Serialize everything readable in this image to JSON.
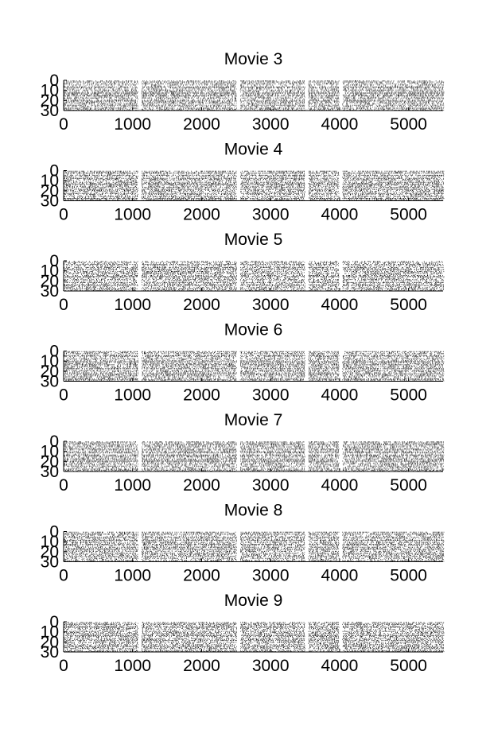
{
  "chart_data": [
    {
      "type": "scatter",
      "title": "Movie 3",
      "xlim": [
        0,
        5500
      ],
      "ylim": [
        30,
        0
      ],
      "xticks": [
        0,
        1000,
        2000,
        3000,
        4000,
        5000
      ],
      "yticks": [
        0,
        10,
        20,
        30
      ],
      "seed": 3,
      "density": [
        0.52,
        0.78,
        0.22,
        0.64,
        0.48,
        0.3,
        0.82,
        0.56,
        0.4,
        0.7,
        0.34,
        0.6,
        0.86,
        0.46,
        0.58,
        0.74,
        0.38,
        0.66,
        0.28,
        0.54,
        0.8,
        0.44,
        0.62,
        0.36,
        0.72,
        0.5,
        0.26,
        0.68,
        0.42,
        0.76
      ],
      "gaps": [
        [
          1070,
          1120
        ],
        [
          2500,
          2560
        ],
        [
          3490,
          3540
        ],
        [
          3980,
          4030
        ]
      ]
    },
    {
      "type": "scatter",
      "title": "Movie 4",
      "xlim": [
        0,
        5500
      ],
      "ylim": [
        30,
        0
      ],
      "xticks": [
        0,
        1000,
        2000,
        3000,
        4000,
        5000
      ],
      "yticks": [
        0,
        10,
        20,
        30
      ],
      "seed": 4,
      "density": [
        0.6,
        0.42,
        0.84,
        0.3,
        0.7,
        0.52,
        0.36,
        0.78,
        0.46,
        0.64,
        0.28,
        0.72,
        0.5,
        0.88,
        0.4,
        0.58,
        0.68,
        0.32,
        0.8,
        0.48,
        0.62,
        0.38,
        0.74,
        0.54,
        0.26,
        0.66,
        0.44,
        0.82,
        0.56,
        0.7
      ],
      "gaps": [
        [
          1070,
          1120
        ],
        [
          2500,
          2560
        ],
        [
          3490,
          3540
        ],
        [
          3980,
          4030
        ]
      ]
    },
    {
      "type": "scatter",
      "title": "Movie 5",
      "xlim": [
        0,
        5500
      ],
      "ylim": [
        30,
        0
      ],
      "xticks": [
        0,
        1000,
        2000,
        3000,
        4000,
        5000
      ],
      "yticks": [
        0,
        10,
        20,
        30
      ],
      "seed": 5,
      "density": [
        0.4,
        0.62,
        0.34,
        0.74,
        0.48,
        0.28,
        0.66,
        0.52,
        0.8,
        0.38,
        0.58,
        0.44,
        0.7,
        0.3,
        0.56,
        0.84,
        0.46,
        0.36,
        0.64,
        0.5,
        0.26,
        0.72,
        0.42,
        0.6,
        0.78,
        0.32,
        0.54,
        0.68,
        0.44,
        0.58
      ],
      "gaps": [
        [
          1070,
          1120
        ],
        [
          2500,
          2560
        ],
        [
          3490,
          3540
        ],
        [
          3980,
          4030
        ]
      ]
    },
    {
      "type": "scatter",
      "title": "Movie 6",
      "xlim": [
        0,
        5500
      ],
      "ylim": [
        30,
        0
      ],
      "xticks": [
        0,
        1000,
        2000,
        3000,
        4000,
        5000
      ],
      "yticks": [
        0,
        10,
        20,
        30
      ],
      "seed": 6,
      "density": [
        0.74,
        0.46,
        0.58,
        0.32,
        0.82,
        0.54,
        0.4,
        0.68,
        0.28,
        0.62,
        0.86,
        0.44,
        0.52,
        0.72,
        0.36,
        0.6,
        0.48,
        0.78,
        0.3,
        0.66,
        0.42,
        0.56,
        0.84,
        0.38,
        0.7,
        0.5,
        0.34,
        0.64,
        0.76,
        0.46
      ],
      "gaps": [
        [
          1070,
          1120
        ],
        [
          2500,
          2560
        ],
        [
          3490,
          3540
        ],
        [
          3980,
          4030
        ]
      ]
    },
    {
      "type": "scatter",
      "title": "Movie 7",
      "xlim": [
        0,
        5500
      ],
      "ylim": [
        30,
        0
      ],
      "xticks": [
        0,
        1000,
        2000,
        3000,
        4000,
        5000
      ],
      "yticks": [
        0,
        10,
        20,
        30
      ],
      "seed": 7,
      "density": [
        0.56,
        0.7,
        0.38,
        0.82,
        0.44,
        0.64,
        0.3,
        0.76,
        0.52,
        0.4,
        0.68,
        0.58,
        0.26,
        0.8,
        0.48,
        0.62,
        0.34,
        0.72,
        0.46,
        0.86,
        0.54,
        0.36,
        0.66,
        0.42,
        0.74,
        0.28,
        0.6,
        0.5,
        0.78,
        0.44
      ],
      "gaps": [
        [
          1070,
          1120
        ],
        [
          2500,
          2560
        ],
        [
          3490,
          3540
        ],
        [
          3980,
          4030
        ]
      ]
    },
    {
      "type": "scatter",
      "title": "Movie 8",
      "xlim": [
        0,
        5500
      ],
      "ylim": [
        30,
        0
      ],
      "xticks": [
        0,
        1000,
        2000,
        3000,
        4000,
        5000
      ],
      "yticks": [
        0,
        10,
        20,
        30
      ],
      "seed": 8,
      "density": [
        0.66,
        0.36,
        0.78,
        0.5,
        0.28,
        0.72,
        0.58,
        0.42,
        0.84,
        0.34,
        0.62,
        0.46,
        0.76,
        0.54,
        0.3,
        0.68,
        0.4,
        0.82,
        0.48,
        0.6,
        0.32,
        0.74,
        0.56,
        0.44,
        0.8,
        0.38,
        0.64,
        0.26,
        0.7,
        0.52
      ],
      "gaps": [
        [
          1070,
          1120
        ],
        [
          2500,
          2560
        ],
        [
          3490,
          3540
        ],
        [
          3980,
          4030
        ]
      ]
    },
    {
      "type": "scatter",
      "title": "Movie 9",
      "xlim": [
        0,
        5500
      ],
      "ylim": [
        30,
        0
      ],
      "xticks": [
        0,
        1000,
        2000,
        3000,
        4000,
        5000
      ],
      "yticks": [
        0,
        10,
        20,
        30
      ],
      "seed": 9,
      "density": [
        0.48,
        0.58,
        0.7,
        0.36,
        0.62,
        0.8,
        0.42,
        0.54,
        0.3,
        0.74,
        0.46,
        0.66,
        0.38,
        0.84,
        0.52,
        0.28,
        0.64,
        0.56,
        0.78,
        0.4,
        0.7,
        0.34,
        0.6,
        0.5,
        0.82,
        0.44,
        0.68,
        0.32,
        0.58,
        0.76
      ],
      "gaps": [
        [
          1070,
          1120
        ],
        [
          2500,
          2560
        ],
        [
          3490,
          3540
        ],
        [
          3980,
          4030
        ]
      ]
    }
  ]
}
